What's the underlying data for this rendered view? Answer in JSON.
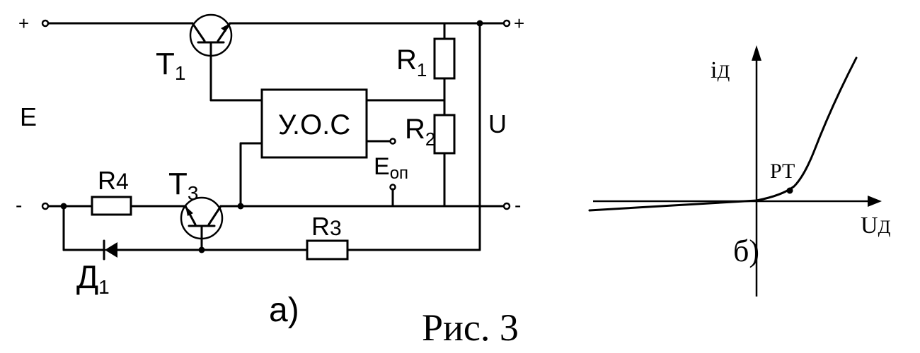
{
  "circuit": {
    "E": "E",
    "U": "U",
    "plus_left": "+",
    "plus_right": "+",
    "minus_left": "-",
    "minus_right": "-",
    "T1": {
      "main": "T",
      "sub": "1"
    },
    "T3": {
      "main": "T",
      "sub": "3"
    },
    "R1": {
      "main": "R",
      "sub": "1"
    },
    "R2": {
      "main": "R",
      "sub": "2"
    },
    "R3": {
      "main": "R",
      "sub": "3"
    },
    "R4": {
      "main": "R",
      "sub": "4"
    },
    "D1": {
      "main": "Д",
      "sub": "1"
    },
    "Eop": {
      "main": "E",
      "sub": "оп"
    },
    "uos": "У.О.С",
    "caption": "а)"
  },
  "graph": {
    "y_label": {
      "main": "i",
      "sub": "Д"
    },
    "x_label": {
      "main": "U",
      "sub": "Д"
    },
    "point_label": "РТ",
    "caption": "б)"
  },
  "figure_caption": "Рис. 3"
}
